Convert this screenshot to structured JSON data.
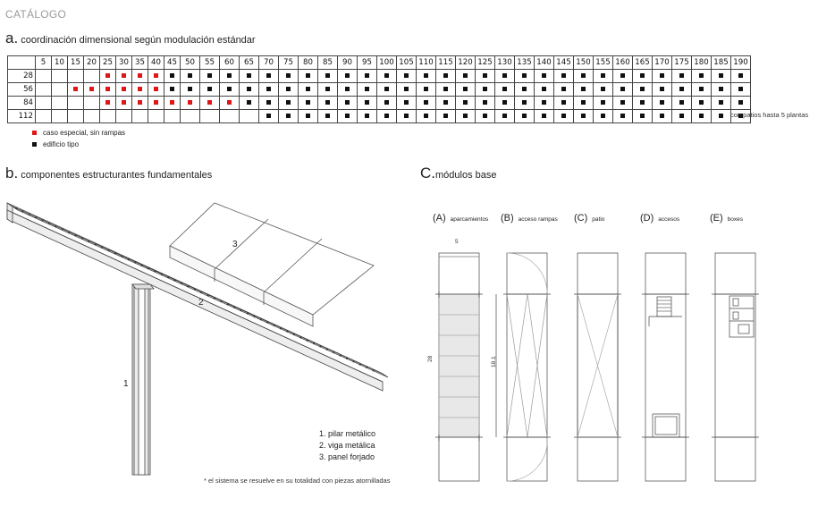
{
  "header": {
    "title": "CATÁLOGO"
  },
  "section_a": {
    "letter": "a.",
    "title": "coordinación dimensional según modulación estándar"
  },
  "grid": {
    "columns": [
      "5",
      "10",
      "15",
      "20",
      "25",
      "30",
      "35",
      "40",
      "45",
      "50",
      "55",
      "60",
      "65",
      "70",
      "75",
      "80",
      "85",
      "90",
      "95",
      "100",
      "105",
      "110",
      "115",
      "120",
      "125",
      "130",
      "135",
      "140",
      "145",
      "150",
      "155",
      "160",
      "165",
      "170",
      "175",
      "180",
      "185",
      "190"
    ],
    "rows": [
      {
        "label": "28",
        "cells": [
          "",
          "",
          "",
          "",
          "r",
          "r",
          "r",
          "r",
          "b",
          "b",
          "b",
          "b",
          "b",
          "b",
          "b",
          "b",
          "b",
          "b",
          "b",
          "b",
          "b",
          "b",
          "b",
          "b",
          "b",
          "b",
          "b",
          "b",
          "b",
          "b",
          "b",
          "b",
          "b",
          "b",
          "b",
          "b",
          "b",
          "b"
        ]
      },
      {
        "label": "56",
        "cells": [
          "",
          "",
          "r",
          "r",
          "r",
          "r",
          "r",
          "r",
          "b",
          "b",
          "b",
          "b",
          "b",
          "b",
          "b",
          "b",
          "b",
          "b",
          "b",
          "b",
          "b",
          "b",
          "b",
          "b",
          "b",
          "b",
          "b",
          "b",
          "b",
          "b",
          "b",
          "b",
          "b",
          "b",
          "b",
          "b",
          "b",
          "b"
        ]
      },
      {
        "label": "84",
        "cells": [
          "",
          "",
          "",
          "",
          "r",
          "r",
          "r",
          "r",
          "r",
          "r",
          "r",
          "r",
          "b",
          "b",
          "b",
          "b",
          "b",
          "b",
          "b",
          "b",
          "b",
          "b",
          "b",
          "b",
          "b",
          "b",
          "b",
          "b",
          "b",
          "b",
          "b",
          "b",
          "b",
          "b",
          "b",
          "b",
          "b",
          "b"
        ]
      },
      {
        "label": "112",
        "cells": [
          "",
          "",
          "",
          "",
          "",
          "",
          "",
          "",
          "",
          "",
          "",
          "",
          "",
          "b",
          "b",
          "b",
          "b",
          "b",
          "b",
          "b",
          "b",
          "b",
          "b",
          "b",
          "b",
          "b",
          "b",
          "b",
          "b",
          "b",
          "b",
          "b",
          "b",
          "b",
          "b",
          "b",
          "b",
          "b"
        ]
      }
    ],
    "note": "con patios hasta 5 plantas"
  },
  "legend": [
    {
      "label": "caso especial, sin rampas",
      "color": "#e01515"
    },
    {
      "label": "edificio tipo",
      "color": "#111111"
    }
  ],
  "section_b": {
    "letter": "b.",
    "title": "componentes estructurantes fundamentales",
    "labels": [
      "1",
      "2",
      "3"
    ],
    "list": [
      "1. pilar metálico",
      "2. viga metálica",
      "3. panel forjado"
    ],
    "footnote": "* el sistema se resuelve en su totalidad con piezas atornilladas"
  },
  "section_c": {
    "letter": "C.",
    "title": "módulos base",
    "modules": [
      {
        "code": "(A)",
        "name": "aparcamientos"
      },
      {
        "code": "(B)",
        "name": "acceso rampas"
      },
      {
        "code": "(C)",
        "name": "patio"
      },
      {
        "code": "(D)",
        "name": "accesos"
      },
      {
        "code": "(E)",
        "name": "boxes"
      }
    ],
    "dim_width": "5",
    "dim_height_a": "28",
    "dim_height_b": "18.1"
  }
}
